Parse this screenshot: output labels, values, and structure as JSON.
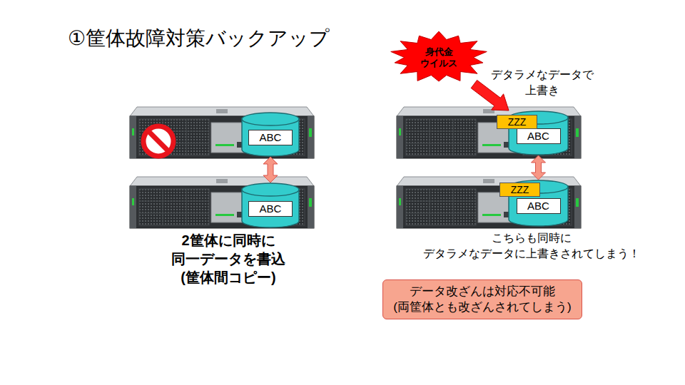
{
  "diagram": {
    "title": "①筐体故障対策バックアップ",
    "nodes": [
      {
        "text": [
          "ABC"
        ]
      },
      {
        "text": [
          "ABC"
        ]
      },
      {
        "text": [
          "身代金 ウイルス"
        ]
      },
      {
        "text": [
          "ABC"
        ]
      },
      {
        "text": [
          "ZZZ"
        ],
        "in": 3
      },
      {
        "text": [
          "ABC"
        ]
      },
      {
        "text": [
          "ZZZ"
        ],
        "in": 5
      },
      {
        "text": [
          "データ改ざんは対応不可能 (両筐体とも改ざんされてしまう)"
        ]
      }
    ],
    "edges": [
      {
        "from": 0,
        "to": 1,
        "arrow": "both"
      },
      {
        "from": 2,
        "to": 3,
        "arrow": "to"
      },
      {
        "from": 3,
        "to": 5,
        "arrow": "both"
      }
    ],
    "labels": [
      "デタラメなデータで 上書き",
      "2筐体に同時に 同一データを書込 (筐体間コピー)",
      "こちらも同時に デタラメなデータに上書きされてしまう！"
    ]
  }
}
